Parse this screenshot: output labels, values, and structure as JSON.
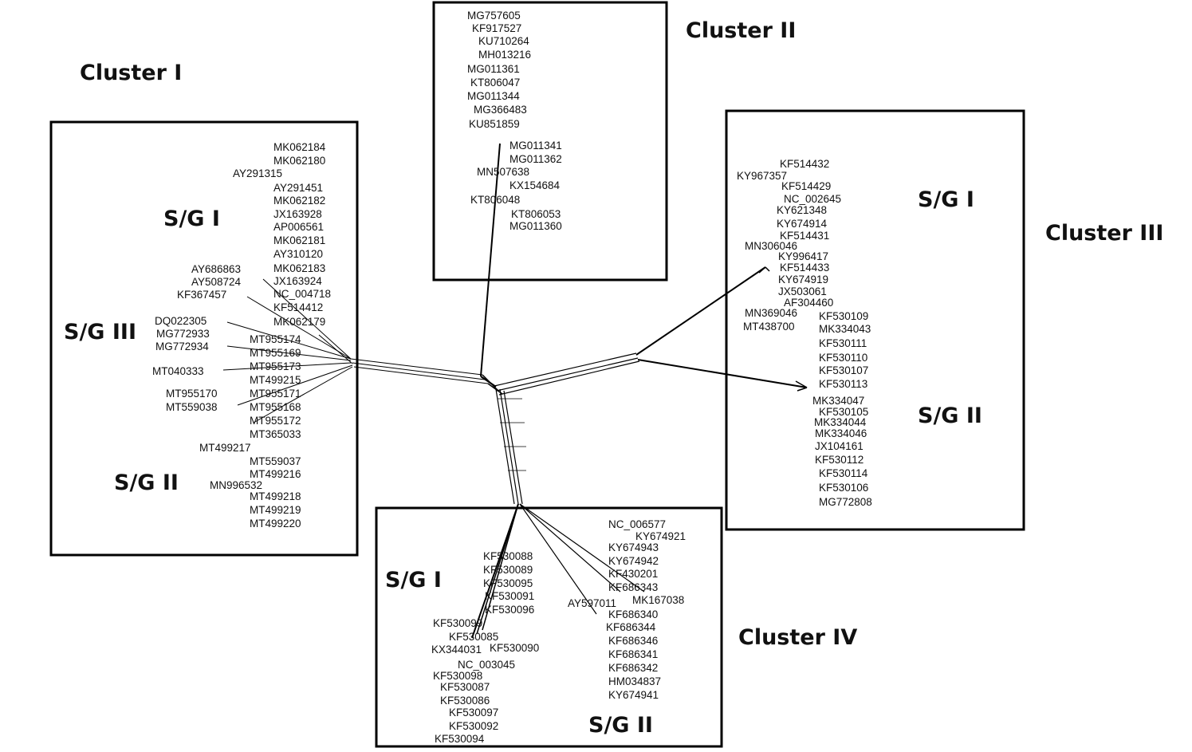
{
  "clusters": {
    "c1": {
      "title": "Cluster I",
      "subgroups": [
        "S/G I",
        "S/G III",
        "S/G II"
      ],
      "accessions": [
        "MK062184",
        "MK062180",
        "AY291315",
        "AY291451",
        "MK062182",
        "JX163928",
        "AP006561",
        "MK062181",
        "AY310120",
        "MK062183",
        "JX163924",
        "NC_004718",
        "KF514412",
        "MK062179",
        "AY686863",
        "AY508724",
        "KF367457",
        "DQ022305",
        "MG772933",
        "MG772934",
        "MT955174",
        "MT955169",
        "MT955173",
        "MT040333",
        "MT499215",
        "MT955171",
        "MT955170",
        "MT559038",
        "MT955168",
        "MT955172",
        "MT365033",
        "MT499217",
        "MT559037",
        "MT499216",
        "MN996532",
        "MT499218",
        "MT499219",
        "MT499220"
      ]
    },
    "c2": {
      "title": "Cluster II",
      "subgroups": [],
      "accessions": [
        "MG757605",
        "KF917527",
        "KU710264",
        "MH013216",
        "MG011361",
        "KT806047",
        "MG011344",
        "MG366483",
        "KU851859",
        "MG011341",
        "MG011362",
        "MN507638",
        "KX154684",
        "KT806048",
        "KT806053",
        "MG011360"
      ]
    },
    "c3": {
      "title": "Cluster III",
      "subgroups": [
        "S/G I",
        "S/G II"
      ],
      "accessions": [
        "KF514432",
        "KY967357",
        "KF514429",
        "NC_002645",
        "KY621348",
        "KY674914",
        "KF514431",
        "MN306046",
        "KY996417",
        "KF514433",
        "KY674919",
        "JX503061",
        "AF304460",
        "MN369046",
        "MT438700",
        "KF530109",
        "MK334043",
        "KF530111",
        "KF530110",
        "KF530107",
        "KF530113",
        "MK334047",
        "KF530105",
        "MK334044",
        "MK334046",
        "JX104161",
        "KF530112",
        "KF530114",
        "KF530106",
        "MG772808"
      ]
    },
    "c4": {
      "title": "Cluster IV",
      "subgroups": [
        "S/G I",
        "S/G II"
      ],
      "accessions": [
        "KF530088",
        "KF530089",
        "KF530095",
        "KF530091",
        "KF530096",
        "KF530099",
        "KF530085",
        "KF530090",
        "KX344031",
        "NC_003045",
        "KF530098",
        "KF530087",
        "KF530086",
        "KF530097",
        "KF530092",
        "KF530094",
        "NC_006577",
        "KY674921",
        "KY674943",
        "KY674942",
        "KF430201",
        "KF686343",
        "MK167038",
        "AY597011",
        "KF686340",
        "KF686344",
        "KF686346",
        "KF686341",
        "KF686342",
        "HM034837",
        "KY674941"
      ]
    }
  }
}
